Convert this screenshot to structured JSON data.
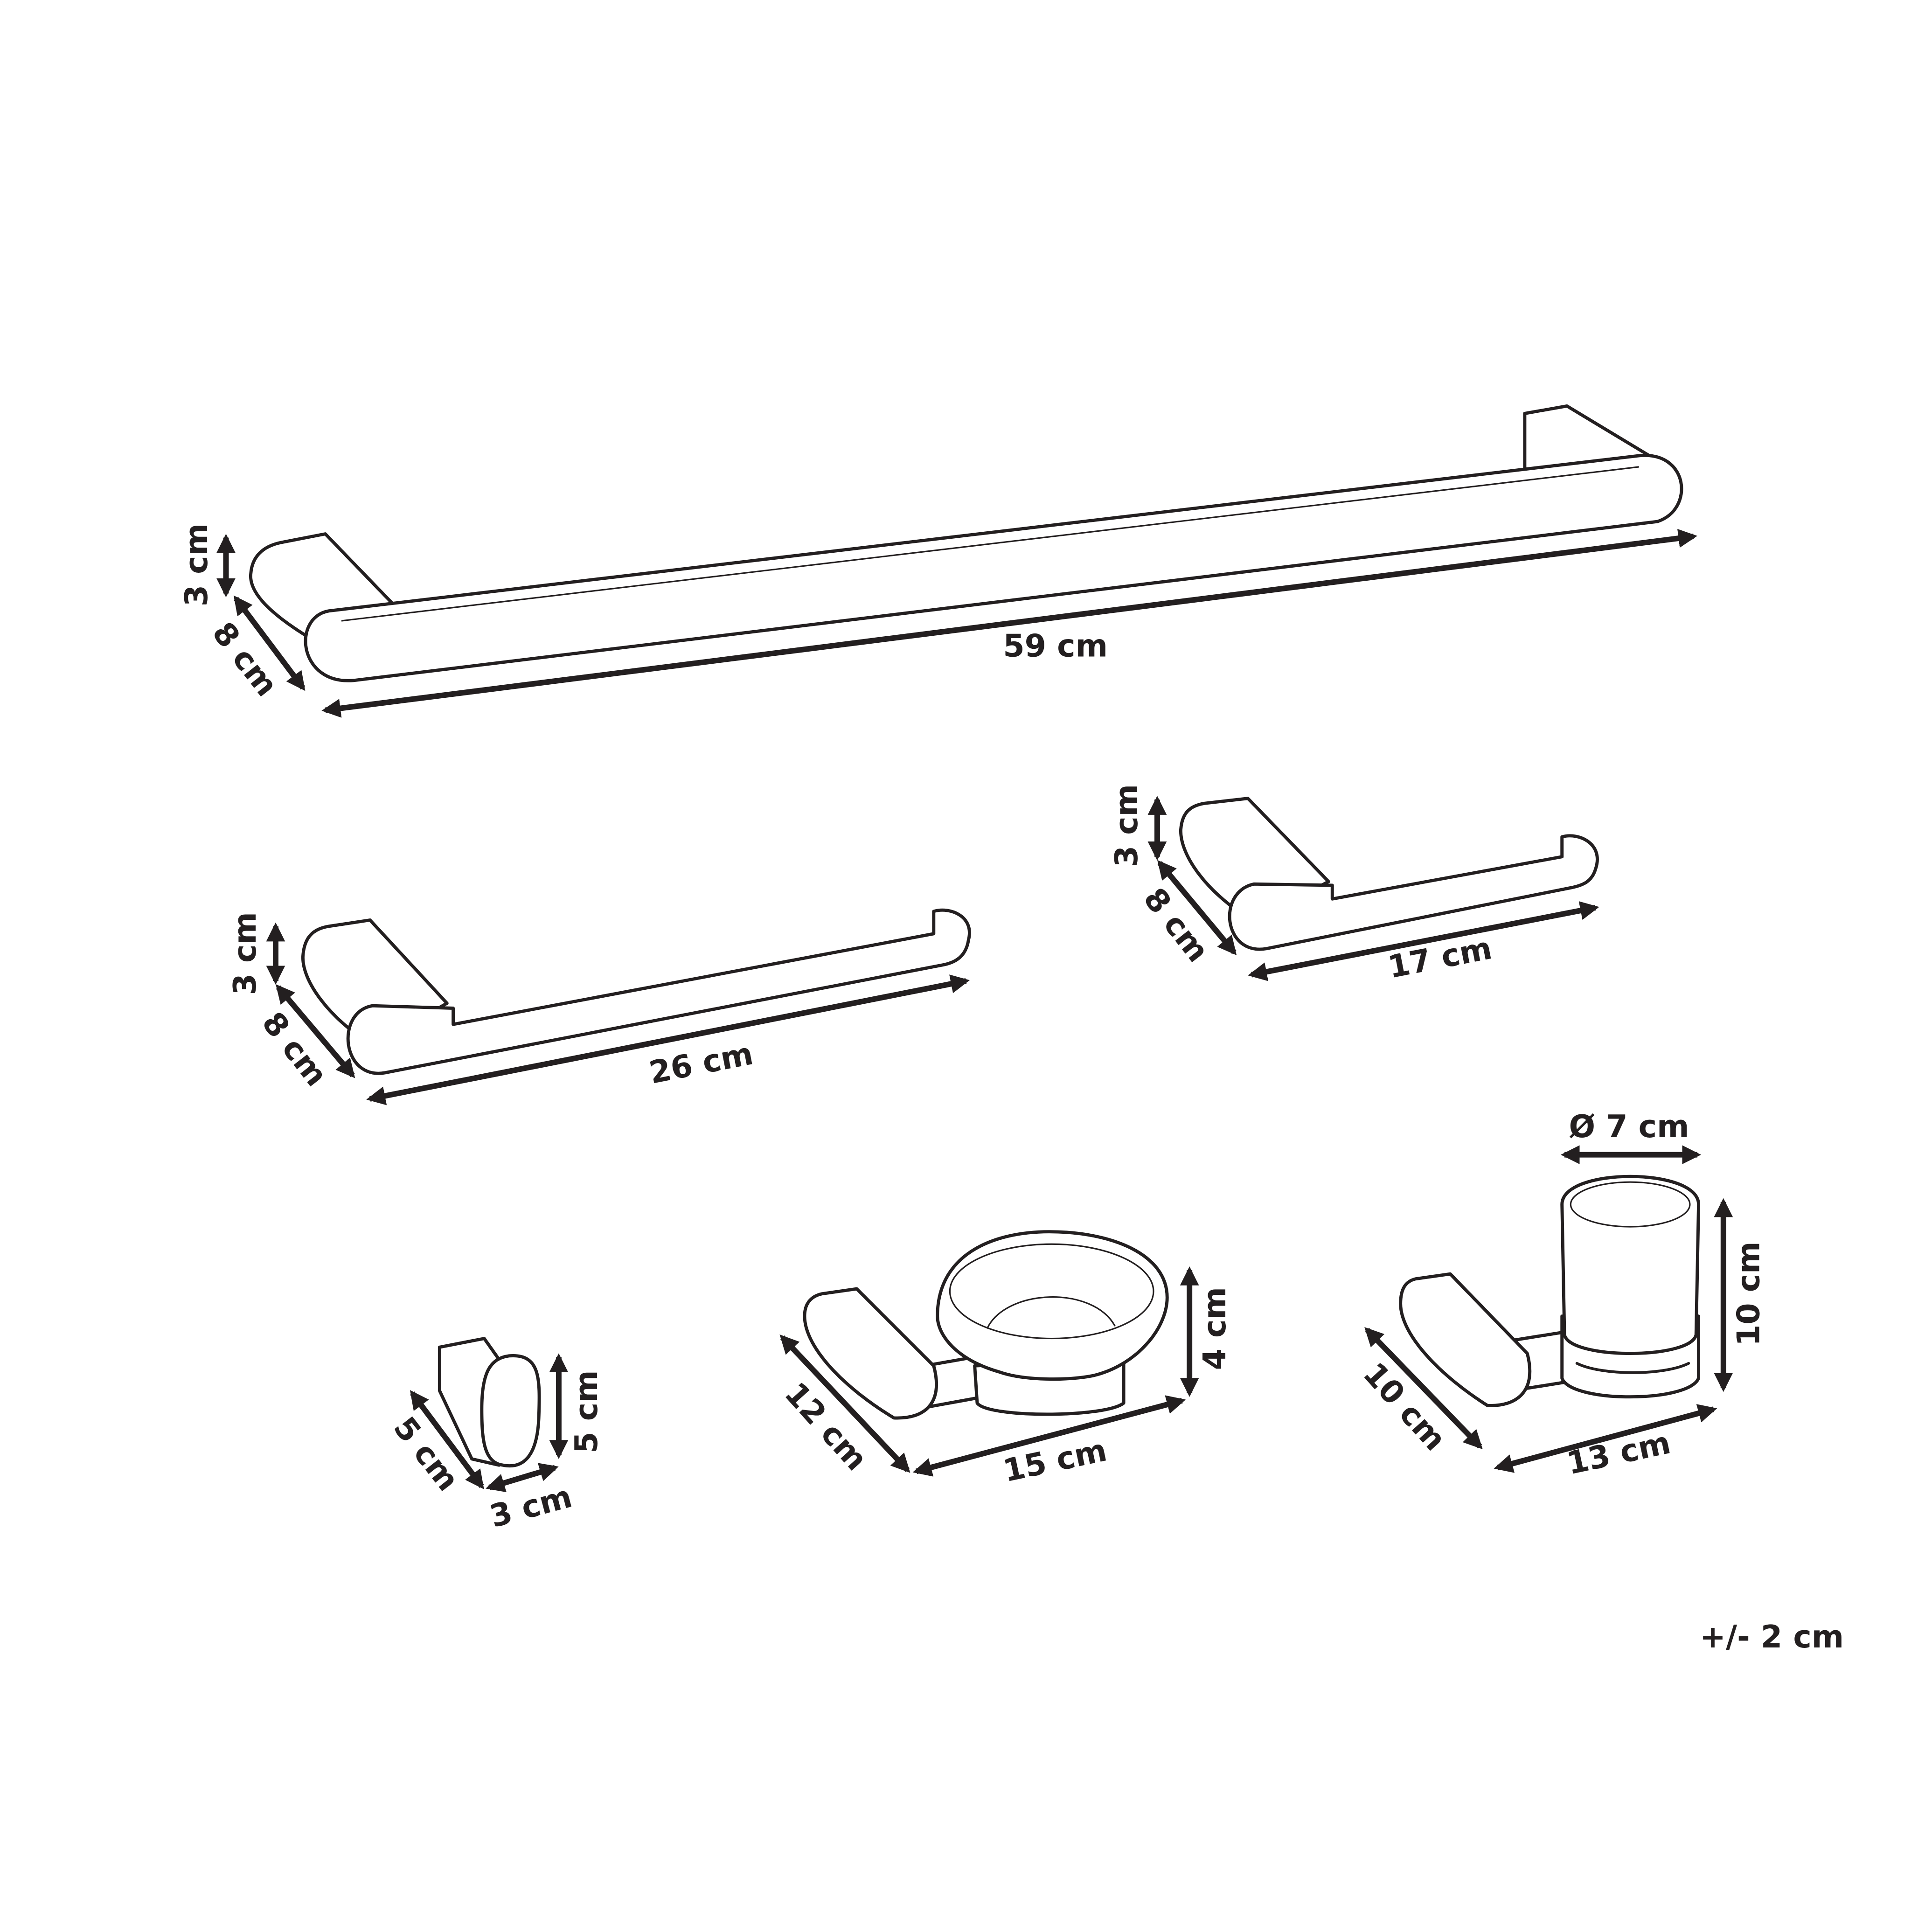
{
  "colors": {
    "line": "#231f20",
    "background": "#ffffff"
  },
  "towel_bar": {
    "width": "59 cm",
    "height": "3 cm",
    "depth": "8 cm"
  },
  "towel_ring": {
    "width": "26 cm",
    "height": "3 cm",
    "depth": "8 cm"
  },
  "paper_holder": {
    "width": "17 cm",
    "height": "3 cm",
    "depth": "8 cm"
  },
  "hook": {
    "depth": "5 cm",
    "height": "5 cm",
    "width": "3 cm"
  },
  "soap_dish": {
    "depth": "12 cm",
    "width": "15 cm",
    "height": "4 cm"
  },
  "tumbler_holder": {
    "diameter": "Ø 7 cm",
    "height": "10 cm",
    "depth": "10 cm",
    "width": "13 cm"
  },
  "tolerance": "+/- 2 cm"
}
